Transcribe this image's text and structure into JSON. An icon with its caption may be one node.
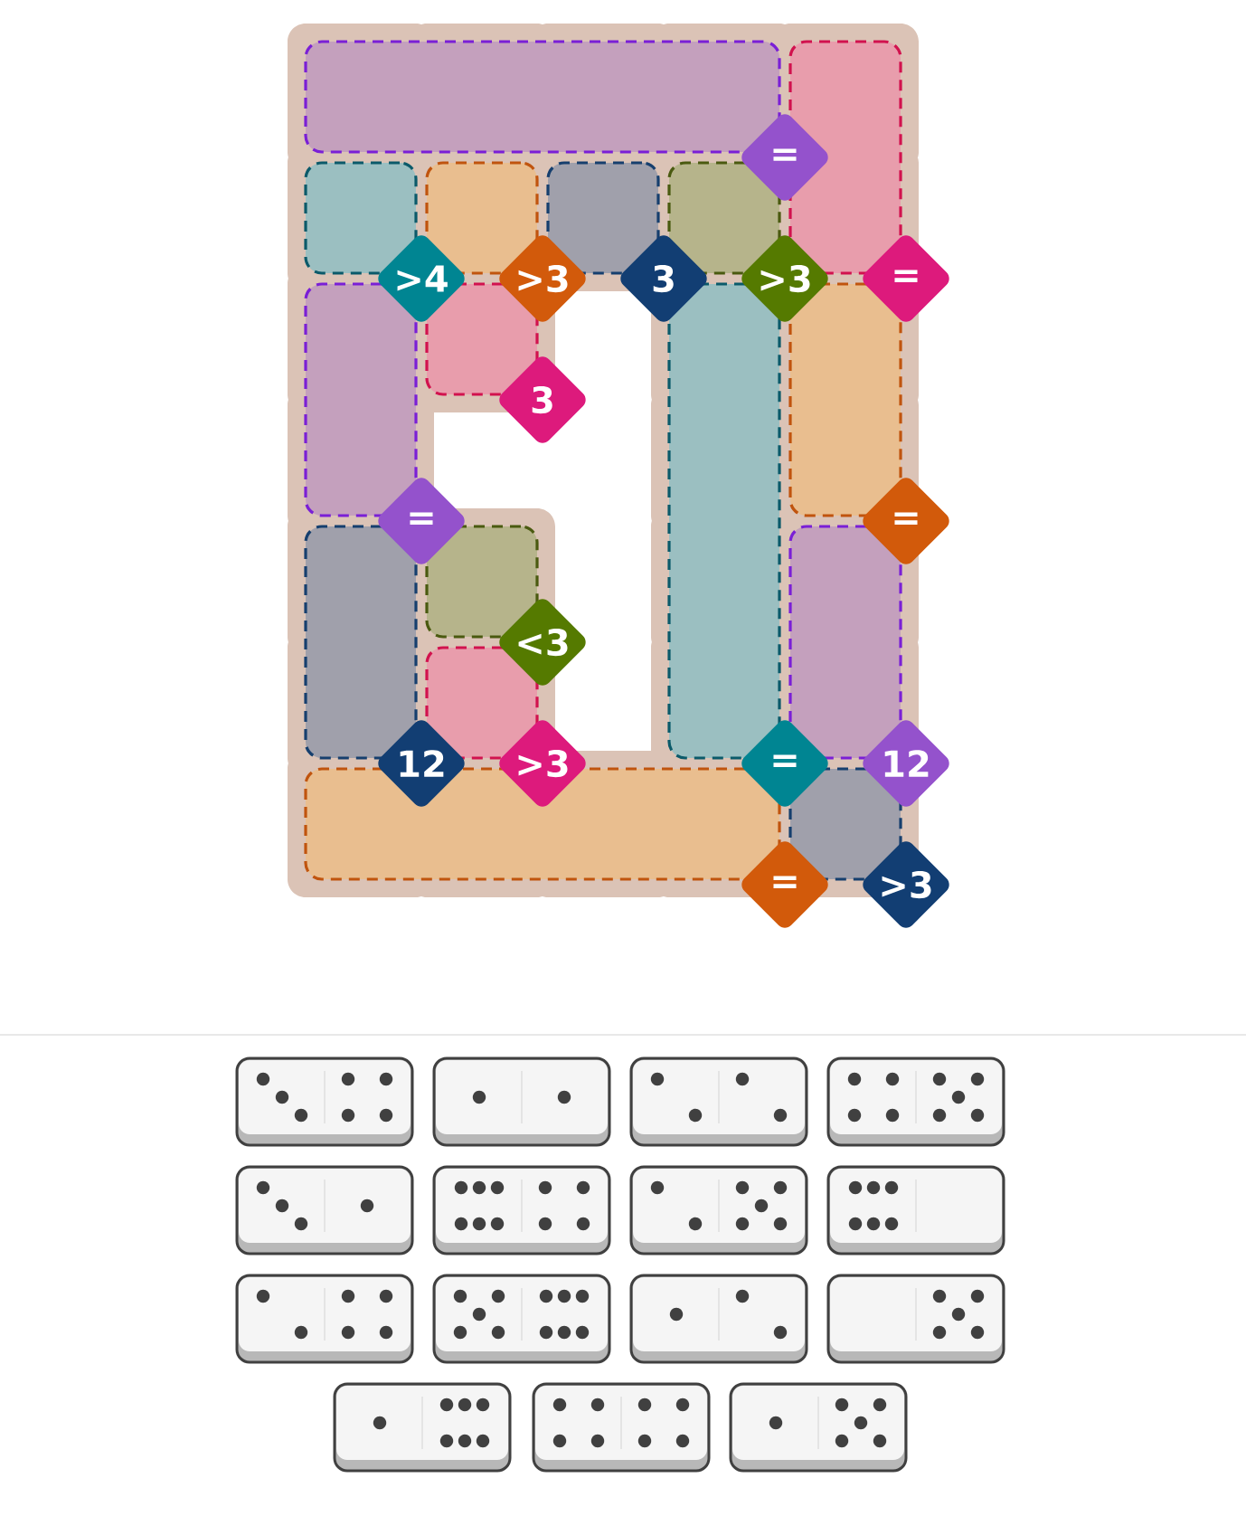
{
  "diagram": {
    "nodes": [
      {
        "text": [
          "="
        ]
      },
      {
        "text": [
          "="
        ]
      },
      {
        "text": [
          ">4"
        ]
      },
      {
        "text": [
          ">3"
        ]
      },
      {
        "text": [
          "3"
        ]
      },
      {
        "text": [
          ">3"
        ]
      },
      {
        "text": [
          "="
        ]
      },
      {
        "text": [
          "3"
        ]
      },
      {
        "text": [
          "="
        ]
      },
      {
        "text": [
          "="
        ]
      },
      {
        "text": [
          "12"
        ]
      },
      {
        "text": [
          "<3"
        ]
      },
      {
        "text": [
          ">3"
        ]
      },
      {
        "text": [
          "12"
        ]
      },
      {
        "text": [
          "="
        ]
      },
      {
        "text": [
          ">3"
        ]
      }
    ]
  }
}
